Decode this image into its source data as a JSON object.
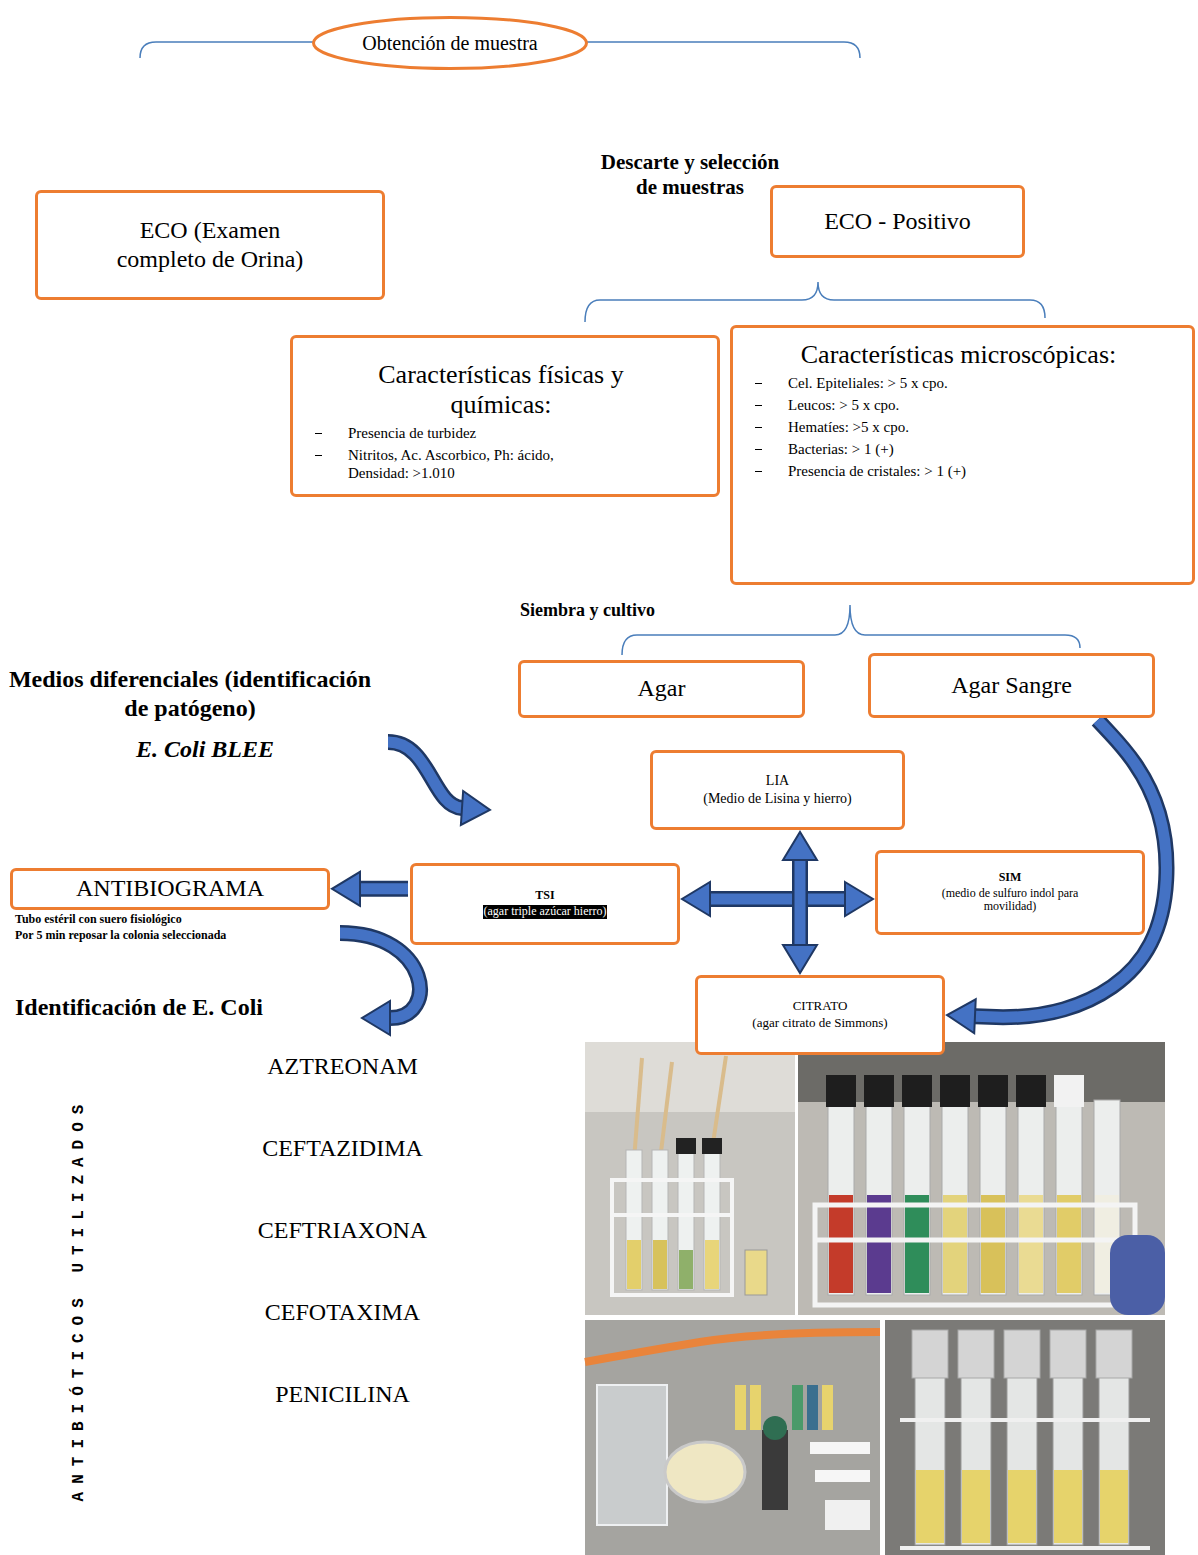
{
  "diagram": {
    "nodes": [
      {
        "text": [
          "Obtención de muestra"
        ]
      },
      {
        "text": [
          "ECO (Examen completo de Orina)"
        ]
      },
      {
        "text": [
          "ECO - Positivo"
        ]
      },
      {
        "text": [
          "Características físicas y químicas:",
          "Presencia de turbidez",
          "Nitritos, Ac. Ascorbico, Ph: ácido, Densidad: >1.010"
        ]
      },
      {
        "text": [
          "Características microscópicas:",
          "Cel. Epiteliales: > 5 x cpo.",
          "Leucos: > 5 x cpo.",
          "Hematíes: >5 x cpo.",
          "Bacterias: > 1 (+)",
          "Presencia de cristales: > 1 (+)"
        ]
      },
      {
        "text": [
          "Agar"
        ]
      },
      {
        "text": [
          "Agar Sangre"
        ]
      },
      {
        "text": [
          "LIA",
          "(Medio de Lisina y hierro)"
        ]
      },
      {
        "text": [
          "ANTIBIOGRAMA"
        ]
      },
      {
        "text": [
          "TSI",
          "(agar triple azúcar hierro)"
        ]
      },
      {
        "text": [
          "SIM",
          "(medio de sulfuro indol para movilidad)"
        ]
      },
      {
        "text": [
          "CITRATO",
          "(agar citrato de Simmons)"
        ]
      },
      {
        "text": [
          "ANTIBIÓTICOS UTILIZADOS"
        ]
      },
      {
        "text": [
          "AZTREONAM"
        ]
      },
      {
        "text": [
          "CEFTAZIDIMA"
        ]
      },
      {
        "text": [
          "CEFTRIAXONA"
        ]
      },
      {
        "text": [
          "CEFOTAXIMA"
        ]
      },
      {
        "text": [
          "PENICILINA"
        ]
      }
    ],
    "edges": [
      {
        "from": 9,
        "to": 8,
        "arrow": "to"
      },
      {
        "from": 9,
        "to": 10,
        "arrow": "both"
      },
      {
        "from": 7,
        "to": 11,
        "arrow": "both"
      },
      {
        "from": 6,
        "to": 11,
        "arrow": "to"
      }
    ],
    "labels": [
      "Descarte y selección de muestras",
      "Siembra y cultivo",
      "Medios diferenciales (identificación de patógeno)",
      "E. Coli BLEE",
      "Tubo estéril con suero fisiológico",
      "Por 5 min reposar la colonia seleccionada",
      "Identificación de E. Coli"
    ]
  }
}
